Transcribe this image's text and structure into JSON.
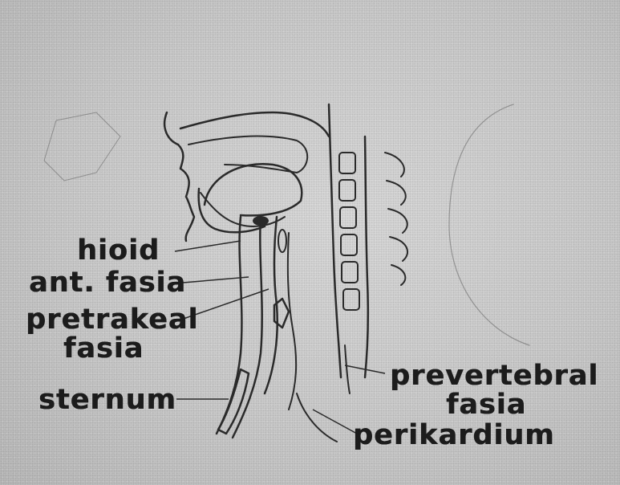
{
  "labels": {
    "hioid": "hioid",
    "ant_fasia": "ant. fasia",
    "pretrakeal_line1": "pretrakeal",
    "pretrakeal_line2": "fasia",
    "sternum": "sternum",
    "prevertebral_line1": "prevertebral",
    "prevertebral_line2": "fasia",
    "perikardium": "perikardium"
  }
}
